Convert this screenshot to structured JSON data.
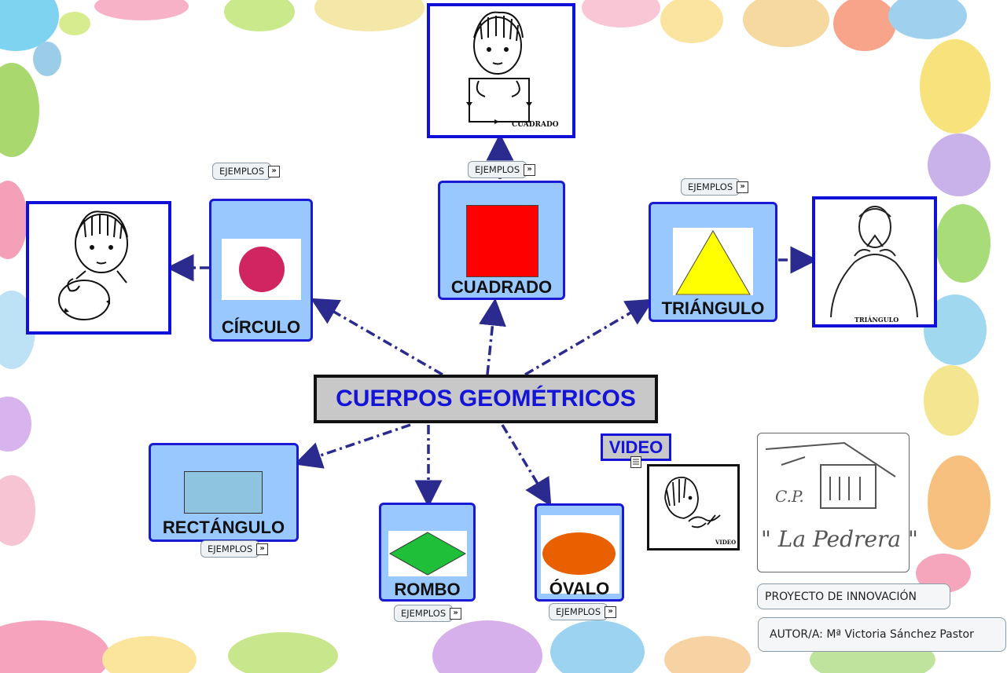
{
  "main_concept": "CUERPOS GEOMÉTRICOS",
  "concepts": {
    "circulo": {
      "label": "CÍRCULO",
      "shape_color": "#d02560"
    },
    "cuadrado": {
      "label": "CUADRADO",
      "shape_color": "#ff0000"
    },
    "triangulo": {
      "label": "TRIÁNGULO",
      "shape_color": "#ffff00"
    },
    "rectangulo": {
      "label": "RECTÁNGULO",
      "shape_color": "#8ec4e0"
    },
    "rombo": {
      "label": "ROMBO",
      "shape_color": "#1fbf3a"
    },
    "ovalo": {
      "label": "ÓVALO",
      "shape_color": "#e86000"
    }
  },
  "resource_button_label": "EJEMPLOS",
  "sign_captions": {
    "cuadrado": "CUADRADO",
    "triangulo": "TRIÁNGULO",
    "video": "VIDEO"
  },
  "video": {
    "label": "VIDEO"
  },
  "school_logo": {
    "line1": "C.P.",
    "line2": "\" La Pedrera \""
  },
  "project": "PROYECTO DE INNOVACIÓN",
  "author": "AUTOR/A: Mª Victoria Sánchez Pastor",
  "colors": {
    "concept_fill": "#99c8ff",
    "concept_border": "#1a1ad6",
    "link": "#2b2b8f",
    "main_text": "#1414d8"
  }
}
